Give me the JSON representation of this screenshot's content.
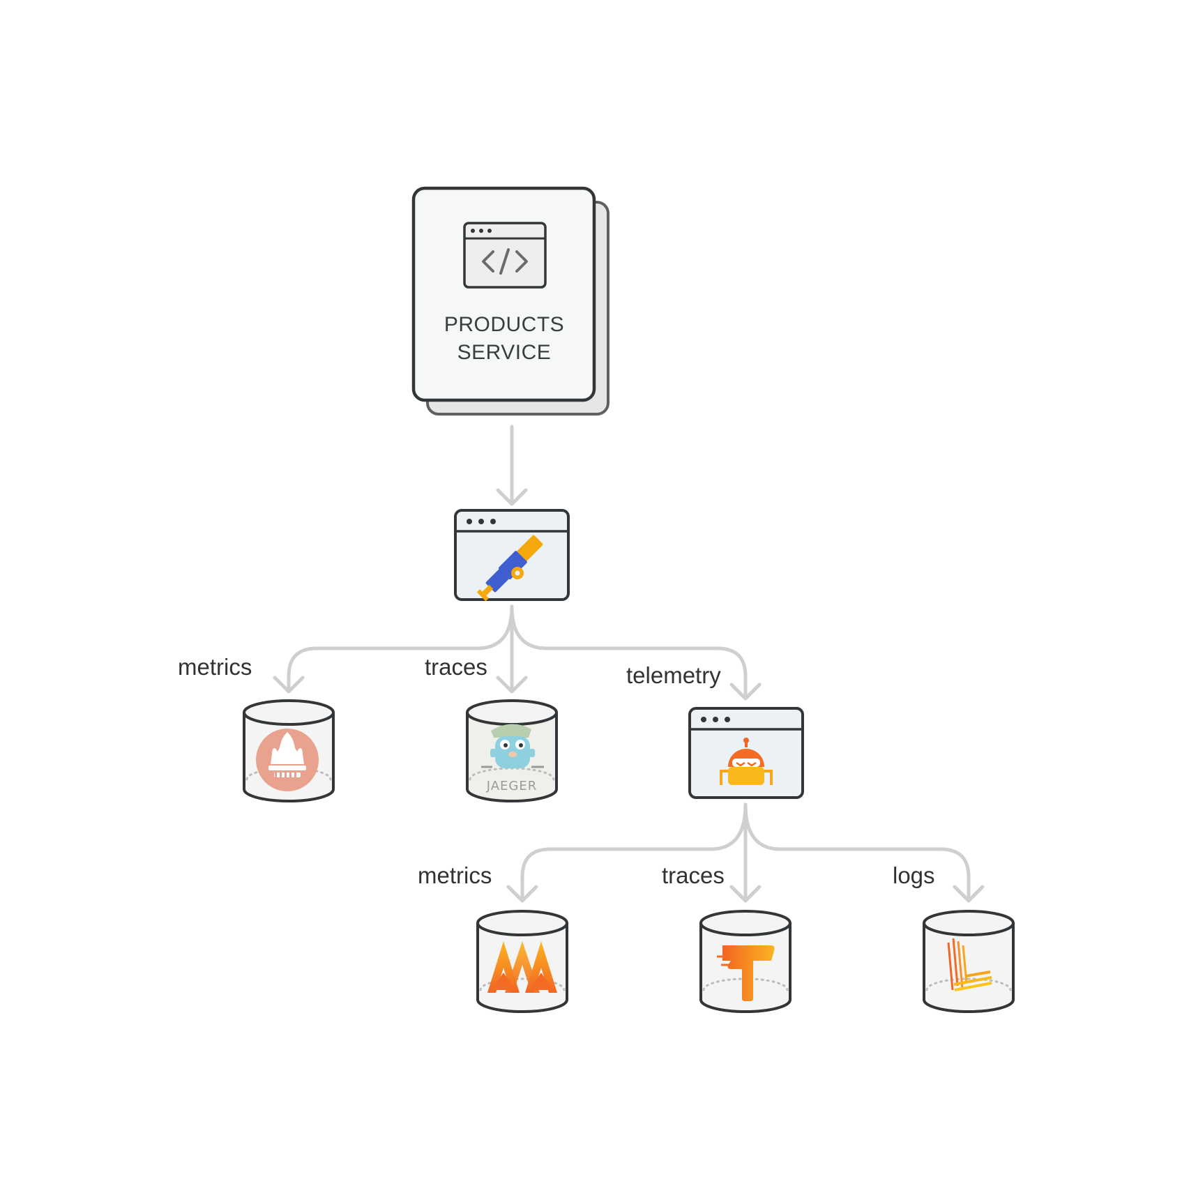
{
  "service": {
    "line1": "PRODUCTS",
    "line2": "SERVICE"
  },
  "edges": {
    "metrics_upper": "metrics",
    "traces_upper": "traces",
    "telemetry": "telemetry",
    "metrics_lower": "metrics",
    "traces_lower": "traces",
    "logs": "logs"
  },
  "stores": {
    "jaeger_wordmark": "JAEGER"
  },
  "icons": {
    "service": "code-window-icon",
    "collector": "telescope-icon",
    "agent": "robot-icon",
    "prometheus": "prometheus-icon",
    "jaeger": "jaeger-gopher-icon",
    "mimir": "mimir-icon",
    "tempo": "tempo-icon",
    "loki": "loki-icon"
  },
  "colors": {
    "outline": "#333639",
    "arrow": "#cfcfcf",
    "prometheus": "#e8a28e",
    "grafana_orange": "#f46b23",
    "grafana_yellow": "#f9b81b",
    "telescope_blue": "#3f5fd1",
    "telescope_yellow": "#f5a80b"
  }
}
